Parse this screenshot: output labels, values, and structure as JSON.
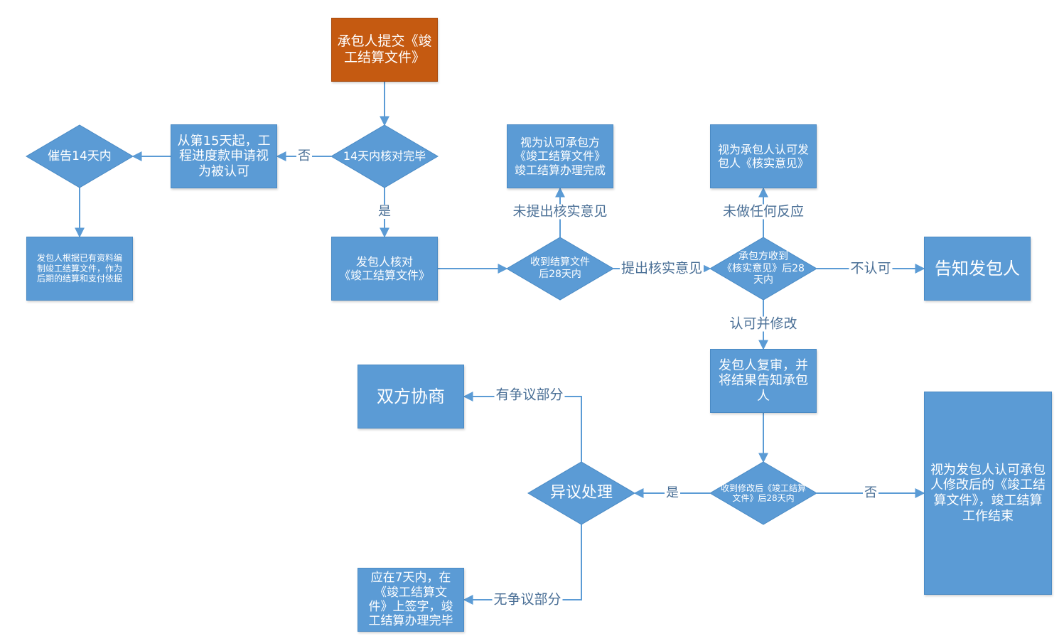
{
  "nodes": {
    "submit": "承包人提交《竣\n工结算文件》",
    "check14": "14天内核对完毕",
    "from_day15": "从第15天起，工\n程进度款申请视\n为被认可",
    "remind14": "催告14天内",
    "owner_compile": "发包人根据已有资料编\n制竣工结算文件，作为\n后期的结算和支付依据",
    "owner_verify": "发包人核对\n《竣工结算文件》",
    "receive28": "收到结算文件\n后28天内",
    "deemed_accept_complete": "视为认可承包方\n《竣工结算文件》\n竣工结算办理完成",
    "contractor_receive28": "承包方收到\n《核实意见》后28\n天内",
    "deemed_contractor_accept": "视为承包人认可发\n包人《核实意见》",
    "notify_owner": "告知发包人",
    "owner_review": "发包人复审，并\n将结果告知承包\n人",
    "receive_modified28": "收到修改后《竣工结算\n文件》后28天内",
    "deemed_owner_accept_modified": "视为发包人认可承包\n人修改后的《竣工结\n算文件》，竣工结算\n工作结束",
    "dispute_handling": "异议处理",
    "negotiate": "双方协商",
    "sign7": "应在7天内，在\n《竣工结算文\n件》上签字，竣\n工结算办理完毕"
  },
  "edges": {
    "no_1": "否",
    "yes_1": "是",
    "no_objection": "未提出核实意见",
    "raise_objection": "提出核实意见",
    "no_response": "未做任何反应",
    "not_accept": "不认可",
    "accept_modify": "认可并修改",
    "yes_2": "是",
    "no_2": "否",
    "disputed": "有争议部分",
    "undisputed": "无争议部分"
  },
  "colors": {
    "box": "#5b9bd5",
    "box_accent": "#c55a11",
    "line": "#5b9bd5",
    "label_text": "#4a6f96"
  }
}
